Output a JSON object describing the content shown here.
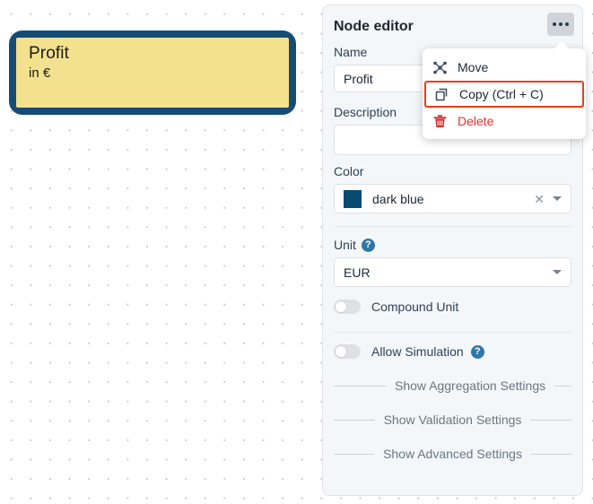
{
  "canvas": {
    "node": {
      "title": "Profit",
      "subtitle": "in €",
      "border_color": "#154c76",
      "fill_color": "#f4e18d"
    }
  },
  "panel": {
    "title": "Node editor",
    "kebab_icon": "ellipsis-icon",
    "fields": {
      "name": {
        "label": "Name",
        "value": "Profit",
        "placeholder": ""
      },
      "description": {
        "label": "Description",
        "value": "",
        "placeholder": ""
      },
      "color": {
        "label": "Color",
        "value": "dark blue",
        "swatch_color": "#0b4a70",
        "clear_icon": "close-icon",
        "caret_icon": "chevron-down-icon"
      },
      "unit": {
        "label": "Unit",
        "help_icon": "help-icon",
        "help_glyph": "?",
        "value": "EUR",
        "caret_icon": "chevron-down-icon"
      }
    },
    "toggles": [
      {
        "label": "Compound Unit",
        "state": "off",
        "has_help": false
      },
      {
        "label": "Allow Simulation",
        "state": "off",
        "has_help": true,
        "help_glyph": "?"
      }
    ],
    "sections": [
      {
        "label": "Show Aggregation Settings"
      },
      {
        "label": "Show Validation Settings"
      },
      {
        "label": "Show Advanced Settings"
      }
    ]
  },
  "menu": {
    "items": [
      {
        "label": "Move",
        "icon": "move-nodes-icon",
        "highlighted": false,
        "danger": false
      },
      {
        "label": "Copy (Ctrl + C)",
        "icon": "copy-icon",
        "highlighted": true,
        "danger": false
      },
      {
        "label": "Delete",
        "icon": "trash-icon",
        "highlighted": false,
        "danger": true
      }
    ],
    "highlight_color": "#f03c18",
    "danger_color": "#e03131"
  }
}
